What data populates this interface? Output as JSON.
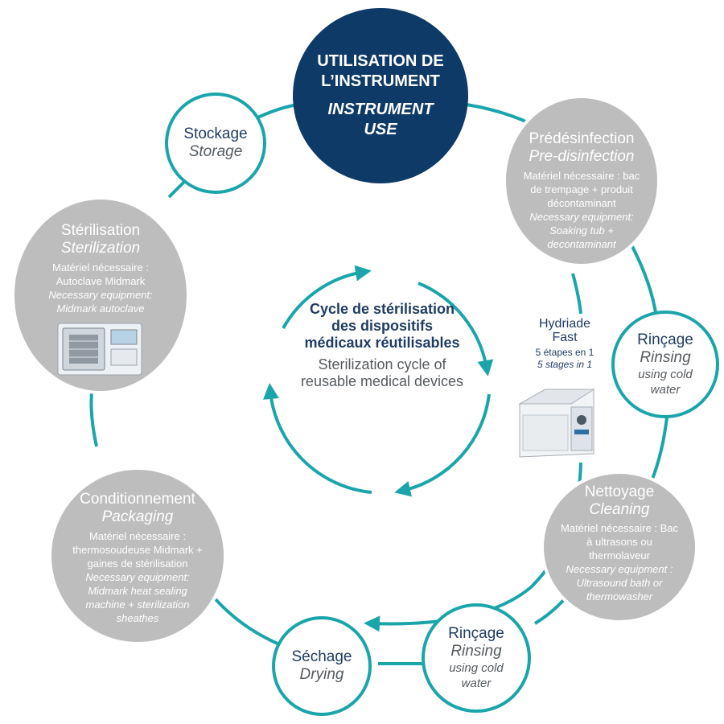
{
  "colors": {
    "teal": "#1aa5ab",
    "navy": "#0e3a67",
    "gray": "#bdbdbd",
    "dark_text": "#1f3d63"
  },
  "center": {
    "title_fr": "Cycle de stérilisation des dispositifs médicaux réutilisables",
    "title_en": "Sterilization cycle of reusable medical devices"
  },
  "steps": {
    "use": {
      "fr": "UTILISATION DE L’INSTRUMENT",
      "en": "INSTRUMENT USE"
    },
    "predisinfection": {
      "fr": "Prédésinfection",
      "en": "Pre-disinfection",
      "details_fr": "Matériel nécessaire : bac de trempage + produit décontaminant",
      "details_en": "Necessary equipment: Soaking tub + decontaminant"
    },
    "rinsing1": {
      "fr": "Rinçage",
      "en": "Rinsing",
      "note": "using cold water"
    },
    "cleaning": {
      "fr": "Nettoyage",
      "en": "Cleaning",
      "details_fr": "Matériel nécessaire : Bac à ultrasons ou thermolaveur",
      "details_en": "Necessary equipment : Ultrasound bath or thermowasher"
    },
    "rinsing2": {
      "fr": "Rinçage",
      "en": "Rinsing",
      "note": "using cold water"
    },
    "drying": {
      "fr": "Séchage",
      "en": "Drying"
    },
    "packaging": {
      "fr": "Conditionnement",
      "en": "Packaging",
      "details_fr": "Matériel nécessaire : thermosoudeuse Midmark + gaines de stérilisation",
      "details_en": "Necessary equipment: Midmark heat sealing machine + sterilization sheathes"
    },
    "sterilization": {
      "fr": "Stérilisation",
      "en": "Sterilization",
      "details_fr": "Matériel nécessaire : Autoclave Midmark",
      "details_en": "Necessary equipment: Midmark autoclave"
    },
    "storage": {
      "fr": "Stockage",
      "en": "Storage"
    }
  },
  "hydriade": {
    "name": "Hydriade Fast",
    "stages_fr": "5 étapes en 1",
    "stages_en": "5 stages in 1"
  },
  "icons": {
    "autoclave": "autoclave-image-icon",
    "washer": "hydriade-washer-image-icon",
    "arrow": "cycle-arrow-icon"
  }
}
